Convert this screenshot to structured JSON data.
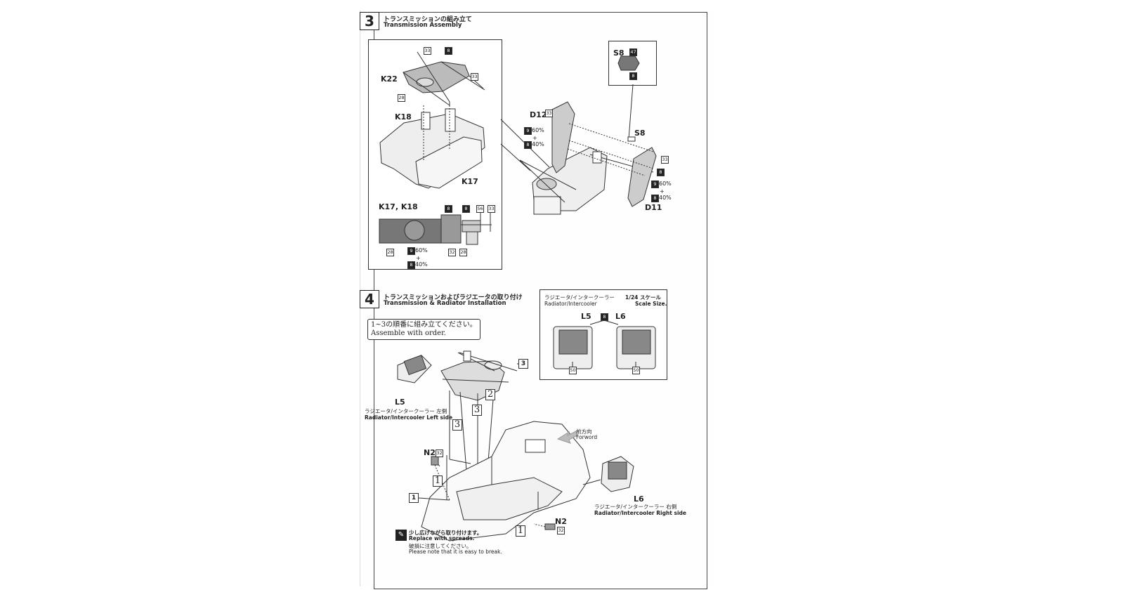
{
  "step3": {
    "number": "3",
    "title_jp": "トランスミッションの組み立て",
    "title_en": "Transmission Assembly",
    "labels": {
      "k22": "K22",
      "k18": "K18",
      "k17": "K17",
      "k17k18": "K17, K18",
      "d12": "D12",
      "d11": "D11",
      "s8_inset": "S8",
      "s8_main": "S8"
    },
    "mix_a": {
      "c1": "9",
      "p1": "60%",
      "plus": "+",
      "c2": "8",
      "p2": "40%"
    },
    "codes": [
      "33",
      "8",
      "33",
      "28",
      "8",
      "8",
      "56",
      "33",
      "28",
      "32",
      "28",
      "47",
      "8",
      "33",
      "33",
      "8"
    ]
  },
  "step4": {
    "number": "4",
    "title_jp": "トランスミッションおよびラジエータの取り付け",
    "title_en": "Transmission & Radiator Installation",
    "order_note_jp": "1~3の順番に組み立てください。",
    "order_note_en": "Assemble with order.",
    "inset": {
      "title_jp": "ラジエータ/インタークーラー",
      "title_en": "Radiator/Intercooler",
      "scale_jp": "1/24 スケール",
      "scale_en": "Scale Size.",
      "l5": "L5",
      "l6": "L6",
      "c_top": "8",
      "c_left": "50",
      "c_right": "50"
    },
    "l5": "L5",
    "l5_jp": "ラジエータ/インタークーラー 左側",
    "l5_en": "Radiator/Intercooler Left side",
    "l6": "L6",
    "l6_jp": "ラジエータ/インタークーラー 右側",
    "l6_en": "Radiator/Intercooler Right side",
    "n2_top": "N2",
    "n2_bottom": "N2",
    "n2_code_top": "32",
    "n2_code_bottom": "32",
    "forward_jp": "前方向",
    "forward_en": "Forword",
    "ref3": "3",
    "ref1": "1",
    "seq": [
      "3",
      "2",
      "3",
      "1",
      "1"
    ],
    "warn_jp": "少し広げながら取り付けます。",
    "warn_en": "Replace with spreads.",
    "break_jp": "破損に注意してください。",
    "break_en": "Please note that it is easy to break."
  }
}
